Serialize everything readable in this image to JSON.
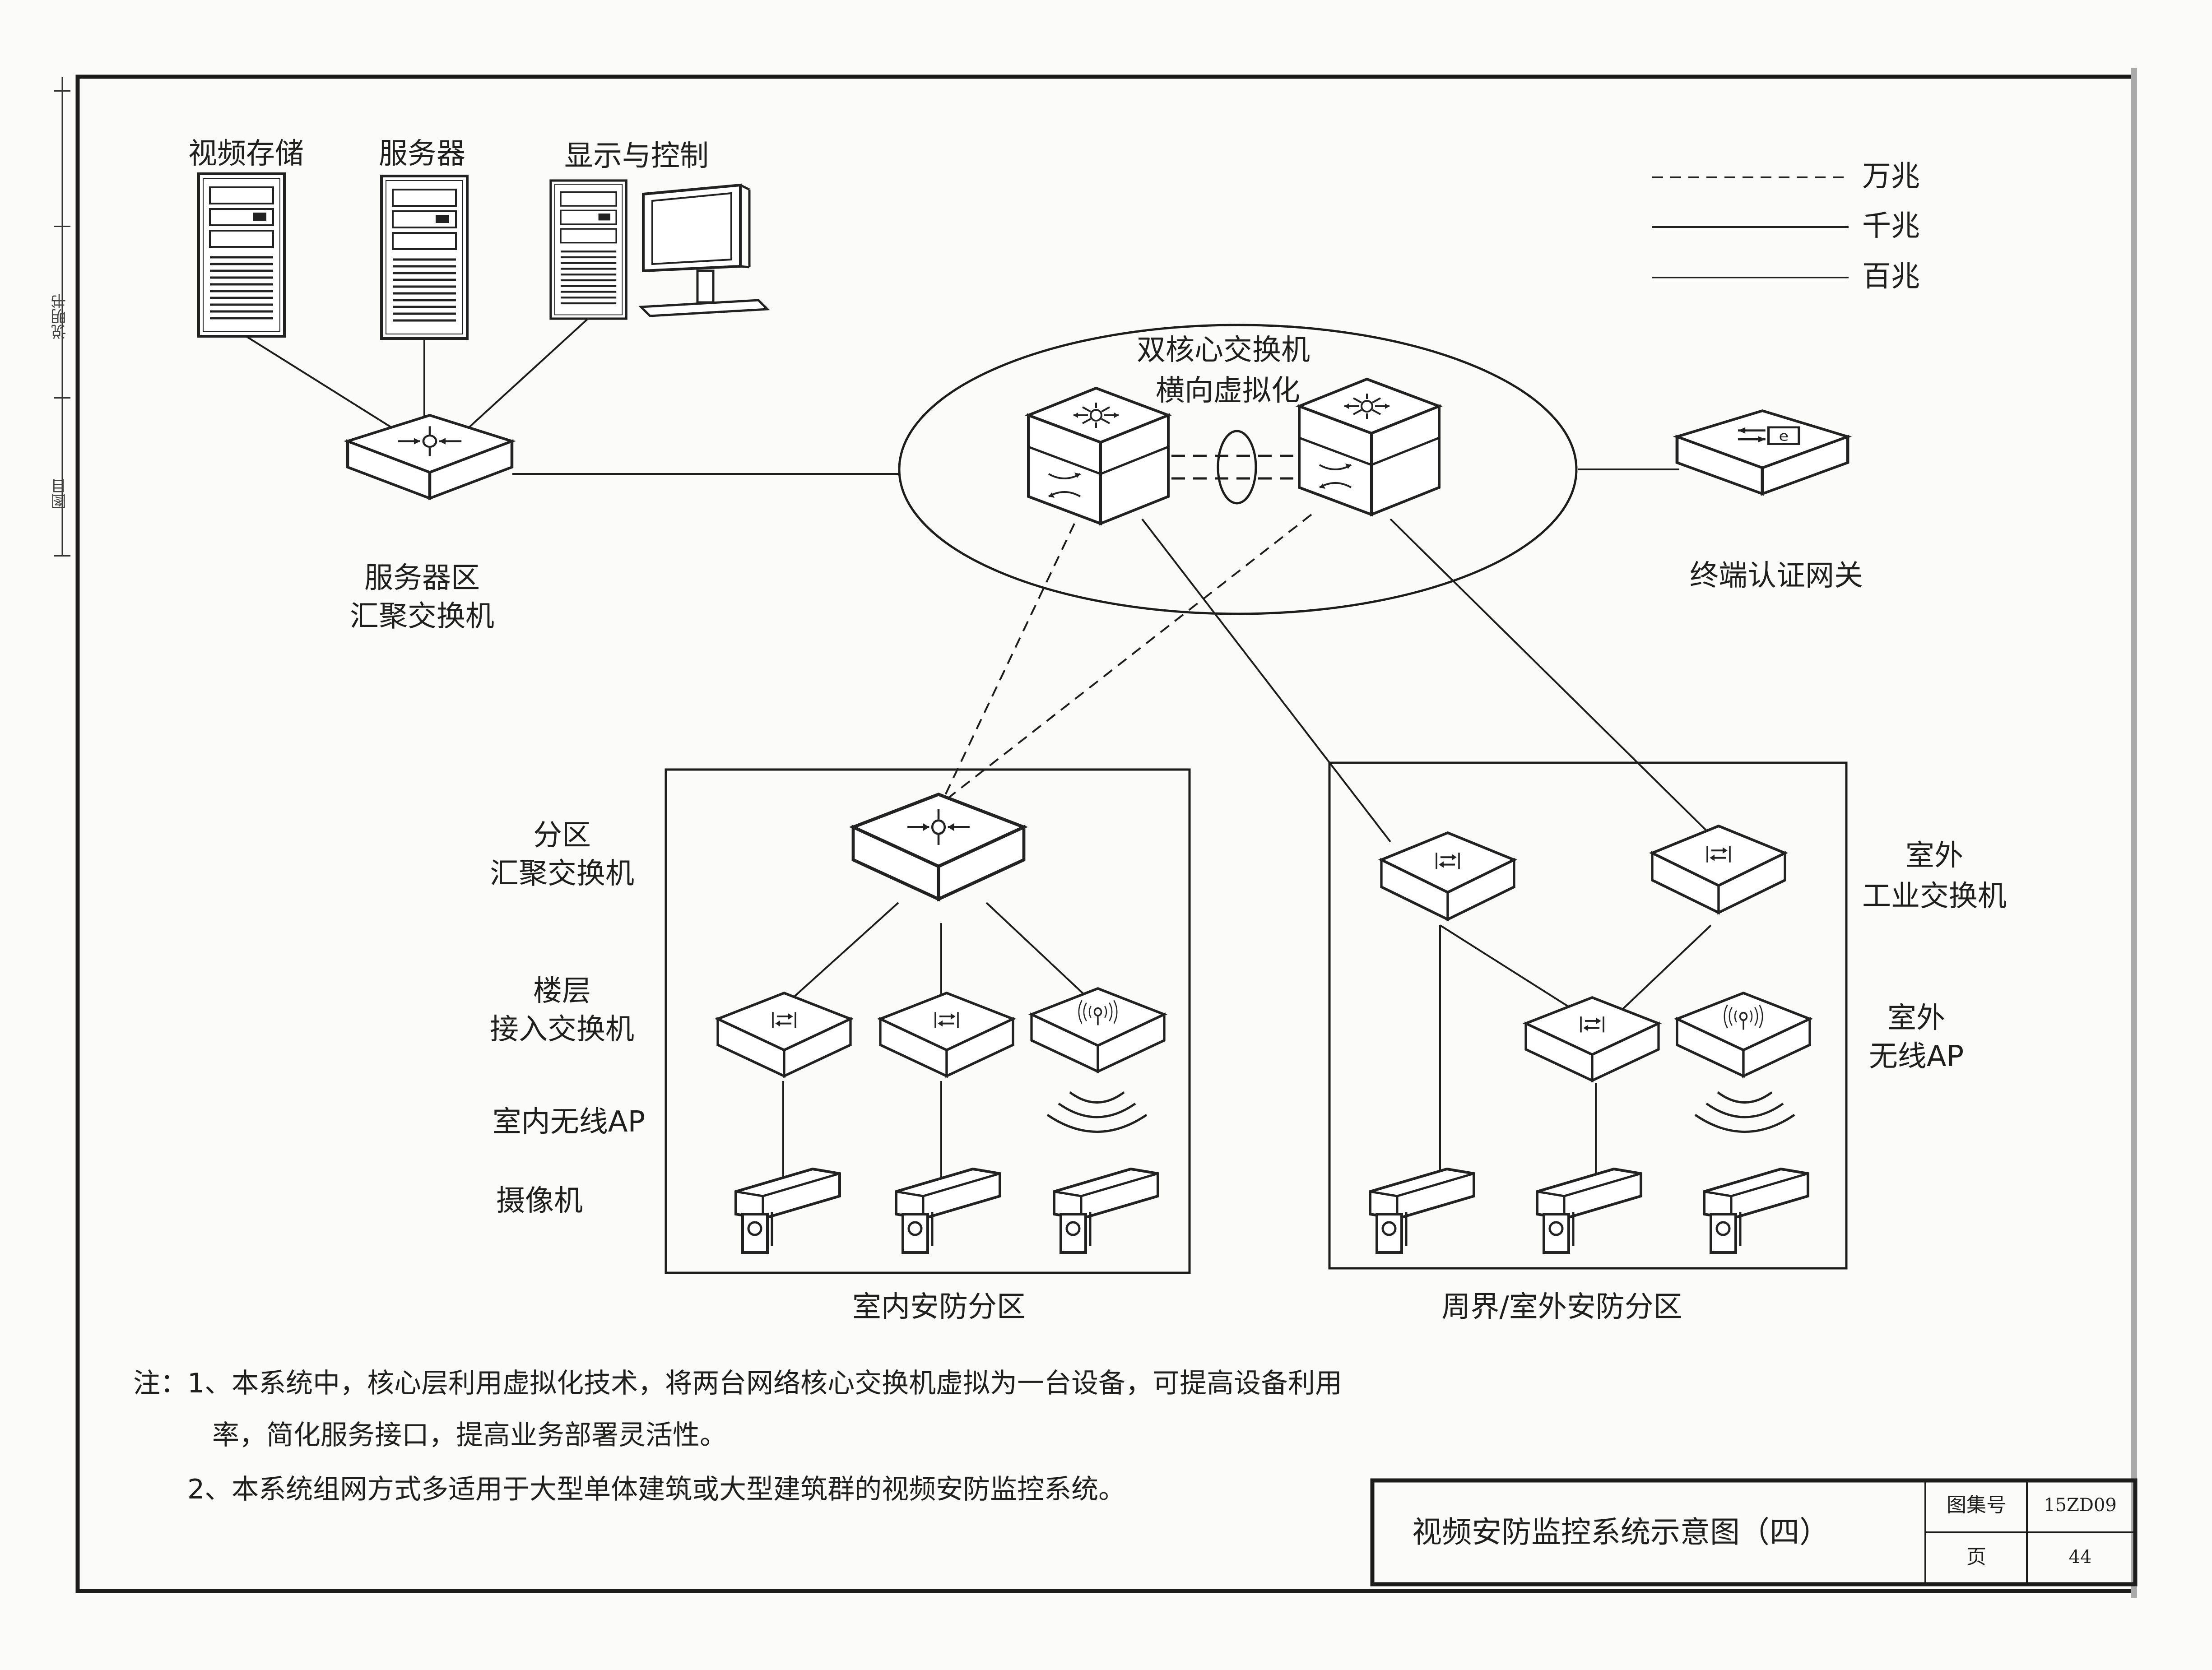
{
  "legend": {
    "items": [
      {
        "label": "万兆",
        "style": "dashed"
      },
      {
        "label": "千兆",
        "style": "solid"
      },
      {
        "label": "百兆",
        "style": "solid"
      }
    ]
  },
  "server_area": {
    "video_storage": "视频存储",
    "server": "服务器",
    "display_control": "显示与控制",
    "aggregation_switch": [
      "服务器区",
      "汇聚交换机"
    ]
  },
  "core": {
    "title": [
      "双核心交换机",
      "横向虚拟化"
    ]
  },
  "gateway": {
    "label": "终端认证网关"
  },
  "indoor_zone": {
    "title": "室内安防分区",
    "row_labels": [
      [
        "分区",
        "汇聚交换机"
      ],
      [
        "楼层",
        "接入交换机"
      ],
      [
        "室内无线AP"
      ],
      [
        "摄像机"
      ]
    ]
  },
  "outdoor_zone": {
    "title": "周界/室外安防分区",
    "labels": [
      [
        "室外",
        "工业交换机"
      ],
      [
        "室外",
        "无线AP"
      ]
    ]
  },
  "notes": {
    "line1": "注：1、本系统中，核心层利用虚拟化技术，将两台网络核心交换机虚拟为一台设备，可提高设备利用",
    "line2": "率，简化服务接口，提高业务部署灵活性。",
    "line3": "2、本系统组网方式多适用于大型单体建筑或大型建筑群的视频安防监控系统。"
  },
  "title_block": {
    "title": "视频安防监控系统示意图（四）",
    "atlas_label": "图集号",
    "atlas_value": "15ZD09",
    "page_label": "页",
    "page_value": "44"
  },
  "side_margin": {
    "texts": [
      "说明书",
      "图目"
    ]
  },
  "colors": {
    "line": "#1d1d1d",
    "device_face": "#ffffff",
    "background": "#fbfbf9"
  }
}
